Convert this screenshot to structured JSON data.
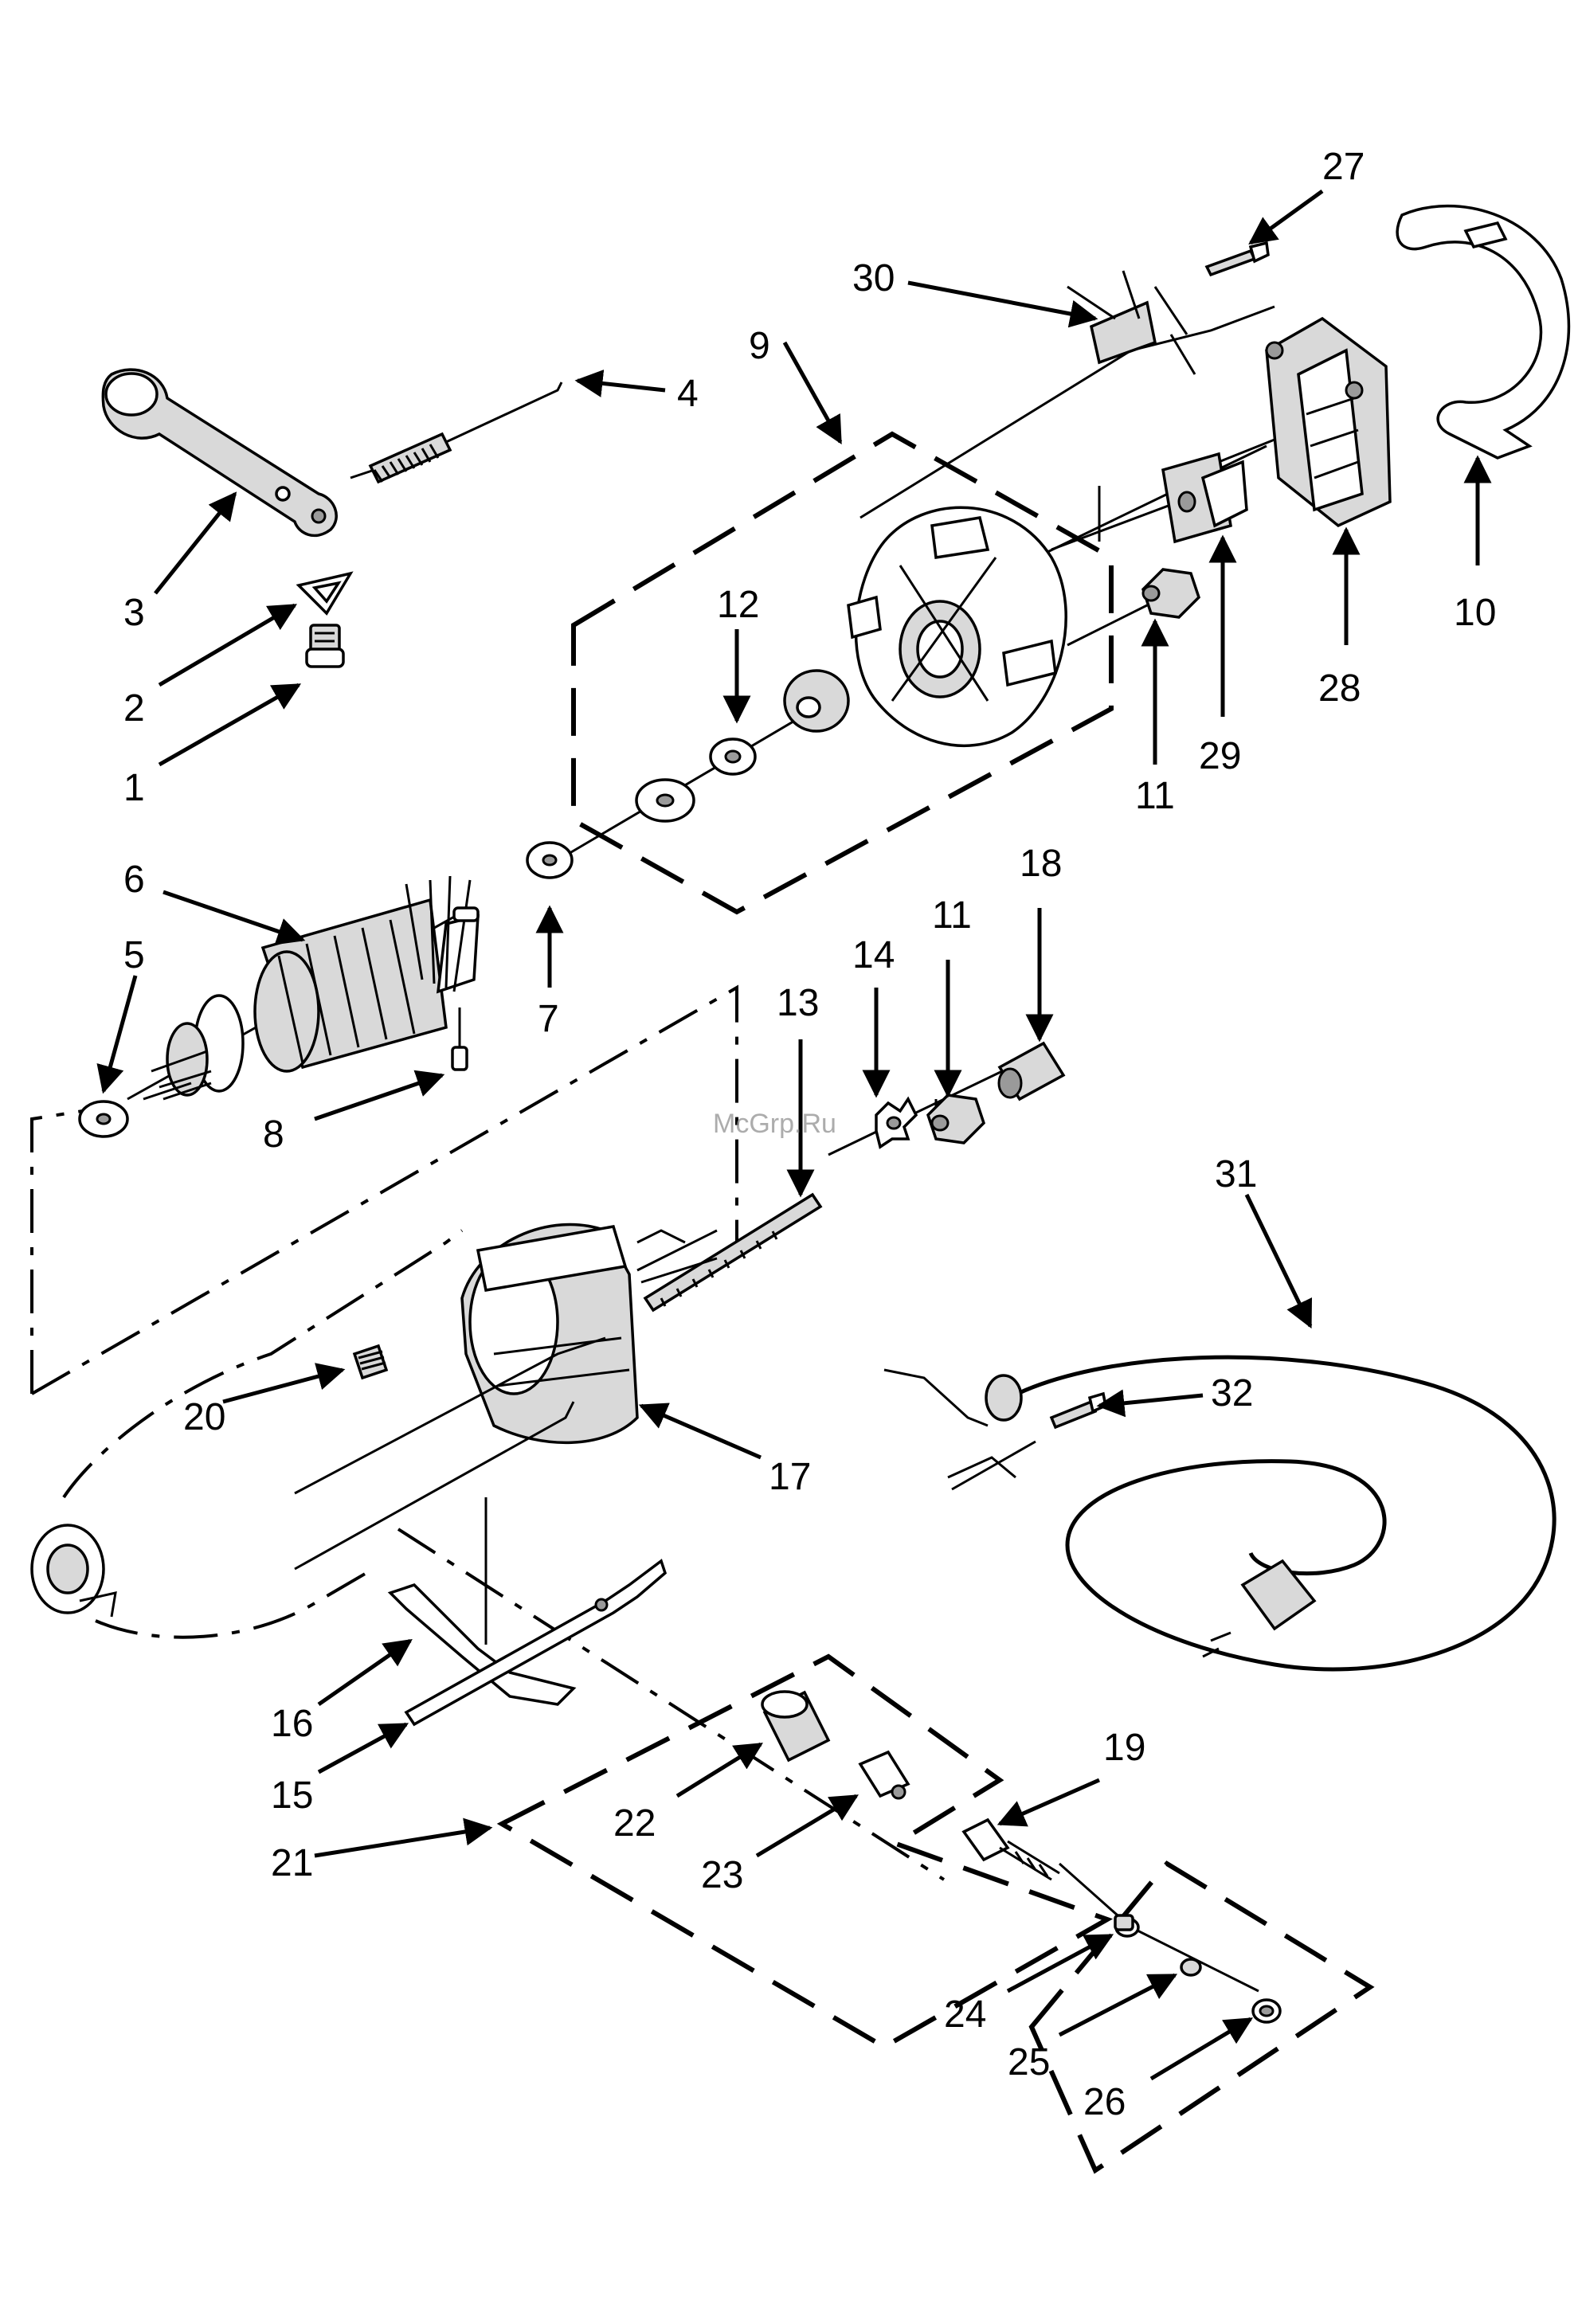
{
  "watermark": "McGrp.Ru",
  "callouts": [
    {
      "id": "1",
      "text": "1"
    },
    {
      "id": "2",
      "text": "2"
    },
    {
      "id": "3",
      "text": "3"
    },
    {
      "id": "4",
      "text": "4"
    },
    {
      "id": "5",
      "text": "5"
    },
    {
      "id": "6",
      "text": "6"
    },
    {
      "id": "7",
      "text": "7"
    },
    {
      "id": "8",
      "text": "8"
    },
    {
      "id": "9",
      "text": "9"
    },
    {
      "id": "10",
      "text": "10"
    },
    {
      "id": "11a",
      "text": "11"
    },
    {
      "id": "11b",
      "text": "11"
    },
    {
      "id": "12",
      "text": "12"
    },
    {
      "id": "13",
      "text": "13"
    },
    {
      "id": "14",
      "text": "14"
    },
    {
      "id": "15",
      "text": "15"
    },
    {
      "id": "16",
      "text": "16"
    },
    {
      "id": "17",
      "text": "17"
    },
    {
      "id": "18",
      "text": "18"
    },
    {
      "id": "19",
      "text": "19"
    },
    {
      "id": "20",
      "text": "20"
    },
    {
      "id": "21",
      "text": "21"
    },
    {
      "id": "22",
      "text": "22"
    },
    {
      "id": "23",
      "text": "23"
    },
    {
      "id": "24",
      "text": "24"
    },
    {
      "id": "25",
      "text": "25"
    },
    {
      "id": "26",
      "text": "26"
    },
    {
      "id": "27",
      "text": "27"
    },
    {
      "id": "28",
      "text": "28"
    },
    {
      "id": "29",
      "text": "29"
    },
    {
      "id": "30",
      "text": "30"
    },
    {
      "id": "31",
      "text": "31"
    },
    {
      "id": "32",
      "text": "32"
    }
  ]
}
